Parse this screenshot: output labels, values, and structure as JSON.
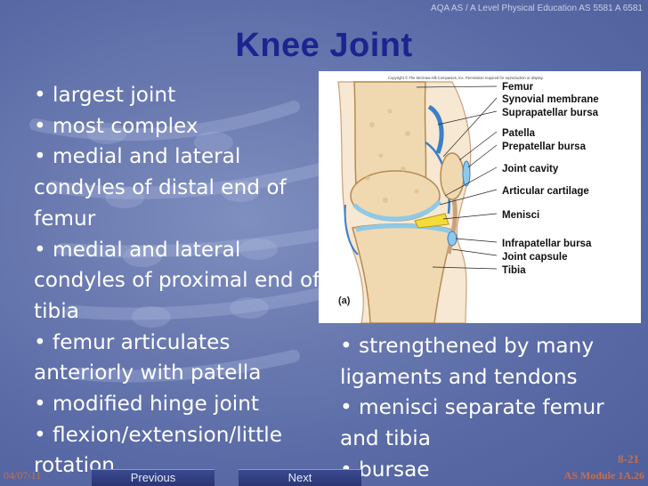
{
  "header": {
    "note": "AQA AS / A Level Physical Education AS 5581 A 6581"
  },
  "slide": {
    "title": "Knee Joint"
  },
  "left_bullets": [
    "• largest joint",
    "• most complex",
    "• medial and lateral condyles of distal end of femur",
    "• medial and lateral condyles of proximal end of tibia",
    "• femur articulates anteriorly with patella",
    "• modified hinge joint",
    "• flexion/extension/little rotation"
  ],
  "right_bullets": [
    "• strengthened by many ligaments and tendons",
    "• menisci separate femur and tibia",
    "• bursae"
  ],
  "figure": {
    "copyright": "Copyright © The McGraw-Hill Companies, Inc. Permission required for reproduction or display.",
    "panel_label": "(a)",
    "labels": [
      "Femur",
      "Synovial membrane",
      "Suprapatellar bursa",
      "Patella",
      "Prepatellar bursa",
      "Joint cavity",
      "Articular cartilage",
      "Menisci",
      "Infrapatellar bursa",
      "Joint capsule",
      "Tibia"
    ]
  },
  "footer": {
    "date": "04/07/11",
    "prev_label": "Previous",
    "next_label": "Next",
    "page_number": "8-21",
    "module": "AS Module 1A.26"
  },
  "colors": {
    "background": "#6a7ab0",
    "title": "#1b2590",
    "footer_text": "#c26f53",
    "bone": "#f0d9b0",
    "cartilage": "#8ec9e8",
    "meniscus": "#f2dc3a"
  }
}
